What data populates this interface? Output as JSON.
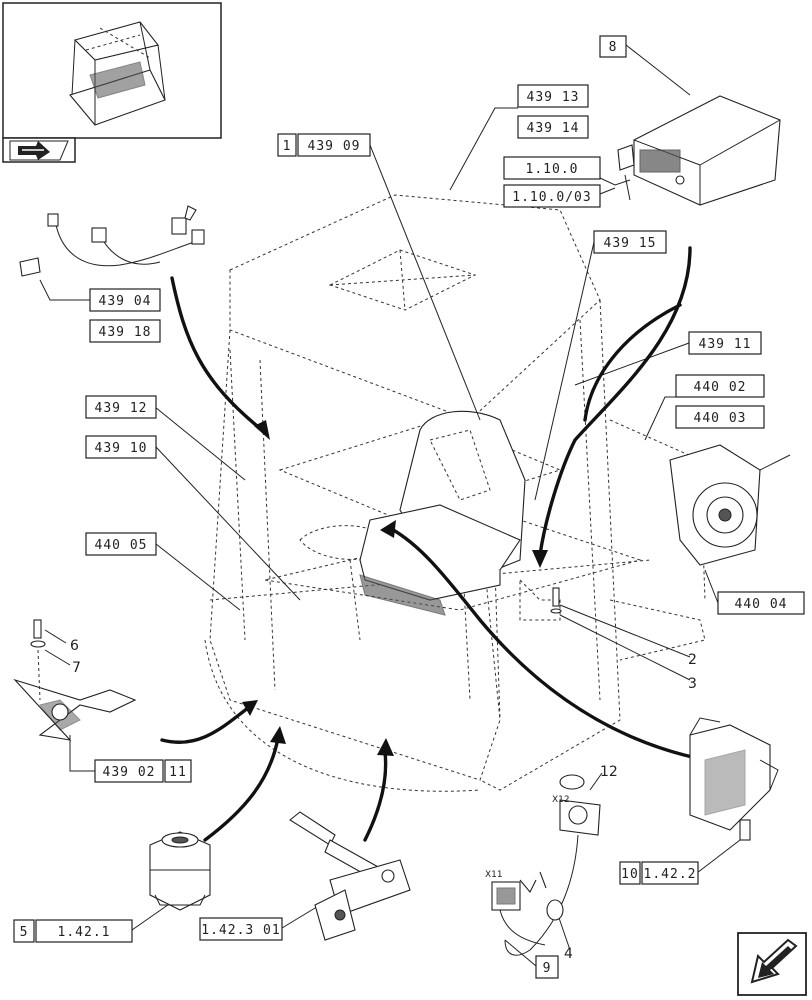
{
  "refs": {
    "r8": "8",
    "r439_13": "439 13",
    "r439_14": "439 14",
    "r1": "1",
    "r439_09": "439 09",
    "r1_10_0": "1.10.0",
    "r1_10_0_03": "1.10.0/03",
    "r439_15": "439 15",
    "r439_11": "439 11",
    "r440_02": "440 02",
    "r440_03": "440 03",
    "r439_04": "439 04",
    "r439_18": "439 18",
    "r439_12": "439 12",
    "r439_10": "439 10",
    "r440_05": "440 05",
    "r440_04": "440 04",
    "r439_02": "439 02",
    "r11": "11",
    "r5": "5",
    "r1_42_1": "1.42.1",
    "r1_42_3_01": "1.42.3 01",
    "r10": "10",
    "r1_42_2": "1.42.2",
    "r9": "9"
  },
  "callouts": {
    "n2": "2",
    "n3": "3",
    "n4": "4",
    "n6": "6",
    "n7": "7",
    "n12": "12",
    "x11": "X11",
    "x12": "X12"
  },
  "icons": {
    "thumbnail": "cab-overview-thumbnail-icon",
    "navigation": "previous-page-arrow-icon",
    "back": "next-page-arrow-icon"
  }
}
